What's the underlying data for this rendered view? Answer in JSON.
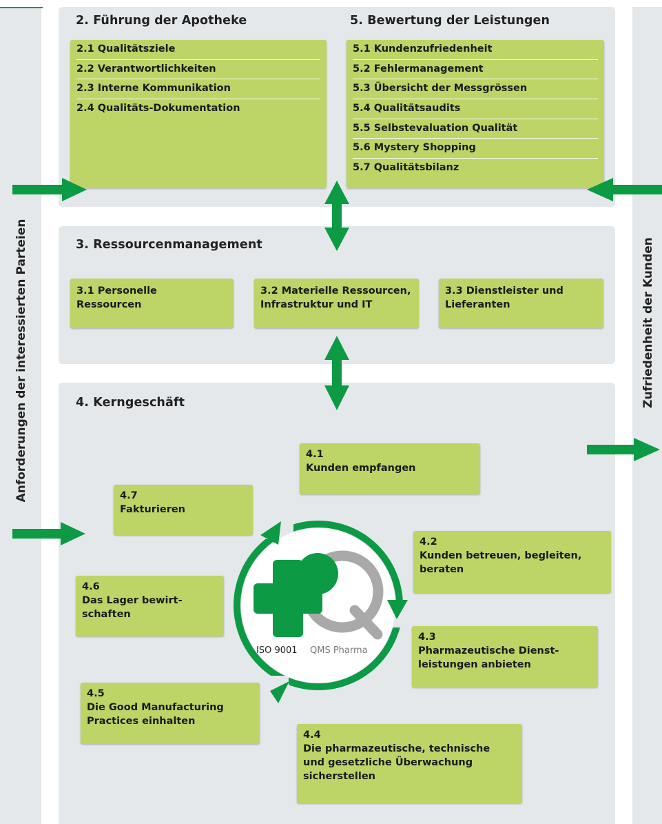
{
  "colors": {
    "box_green": "#bcd566",
    "arrow_green": "#0c9a45",
    "panel_grey": "#e4e8ea",
    "logo_grey": "#a9a9a9"
  },
  "side_labels": {
    "left": "Anforderungen der interessierten Parteien",
    "right": "Zufriedenheit der Kunden"
  },
  "section2": {
    "title": "2. Führung der Apotheke",
    "items": [
      "2.1 Qualitätsziele",
      "2.2 Verantwortlichkeiten",
      "2.3 Interne Kommunikation",
      "2.4 Qualitäts-Dokumentation"
    ]
  },
  "section5": {
    "title": "5. Bewertung der Leistungen",
    "items": [
      "5.1 Kundenzufriedenheit",
      "5.2 Fehlermanagement",
      "5.3 Übersicht der Messgrössen",
      "5.4 Qualitätsaudits",
      "5.5 Selbstevaluation Qualität",
      "5.6 Mystery Shopping",
      "5.7 Qualitätsbilanz"
    ]
  },
  "section3": {
    "title": "3. Ressourcenmanagement",
    "boxes": [
      {
        "line1": "3.1 Personelle",
        "line2": "Ressourcen"
      },
      {
        "line1": "3.2 Materielle Ressourcen,",
        "line2": "Infrastruktur und IT"
      },
      {
        "line1": "3.3 Dienstleister und",
        "line2": "Lieferanten"
      }
    ]
  },
  "section4": {
    "title": "4. Kerngeschäft",
    "boxes": {
      "b41": {
        "num": "4.1",
        "lines": [
          "Kunden empfangen"
        ]
      },
      "b42": {
        "num": "4.2",
        "lines": [
          "Kunden betreuen, begleiten,",
          "beraten"
        ]
      },
      "b43": {
        "num": "4.3",
        "lines": [
          "Pharmazeutische Dienst-",
          "leistungen anbieten"
        ]
      },
      "b44": {
        "num": "4.4",
        "lines": [
          "Die pharmazeutische, technische",
          "und gesetzliche Überwachung",
          "sicherstellen"
        ]
      },
      "b45": {
        "num": "4.5",
        "lines": [
          "Die Good Manufacturing",
          "Practices einhalten"
        ]
      },
      "b46": {
        "num": "4.6",
        "lines": [
          "Das Lager bewirt-",
          "schaften"
        ]
      },
      "b47": {
        "num": "4.7",
        "lines": [
          "Fakturieren"
        ]
      }
    }
  },
  "logo": {
    "iso": "ISO 9001",
    "qms": "QMS Pharma"
  }
}
